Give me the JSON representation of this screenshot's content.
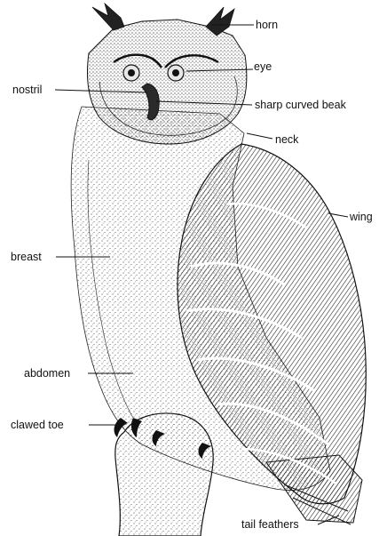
{
  "diagram": {
    "labels": {
      "horn": "horn",
      "eye": "eye",
      "nostril": "nostril",
      "beak": "sharp curved beak",
      "neck": "neck",
      "wing": "wing",
      "breast": "breast",
      "abdomen": "abdomen",
      "toe": "clawed toe",
      "tail": "tail feathers"
    }
  },
  "colors": {
    "ink": "#111111",
    "paper": "#ffffff",
    "eye": "#e7e7e7",
    "beak": "#2a2a2a"
  }
}
